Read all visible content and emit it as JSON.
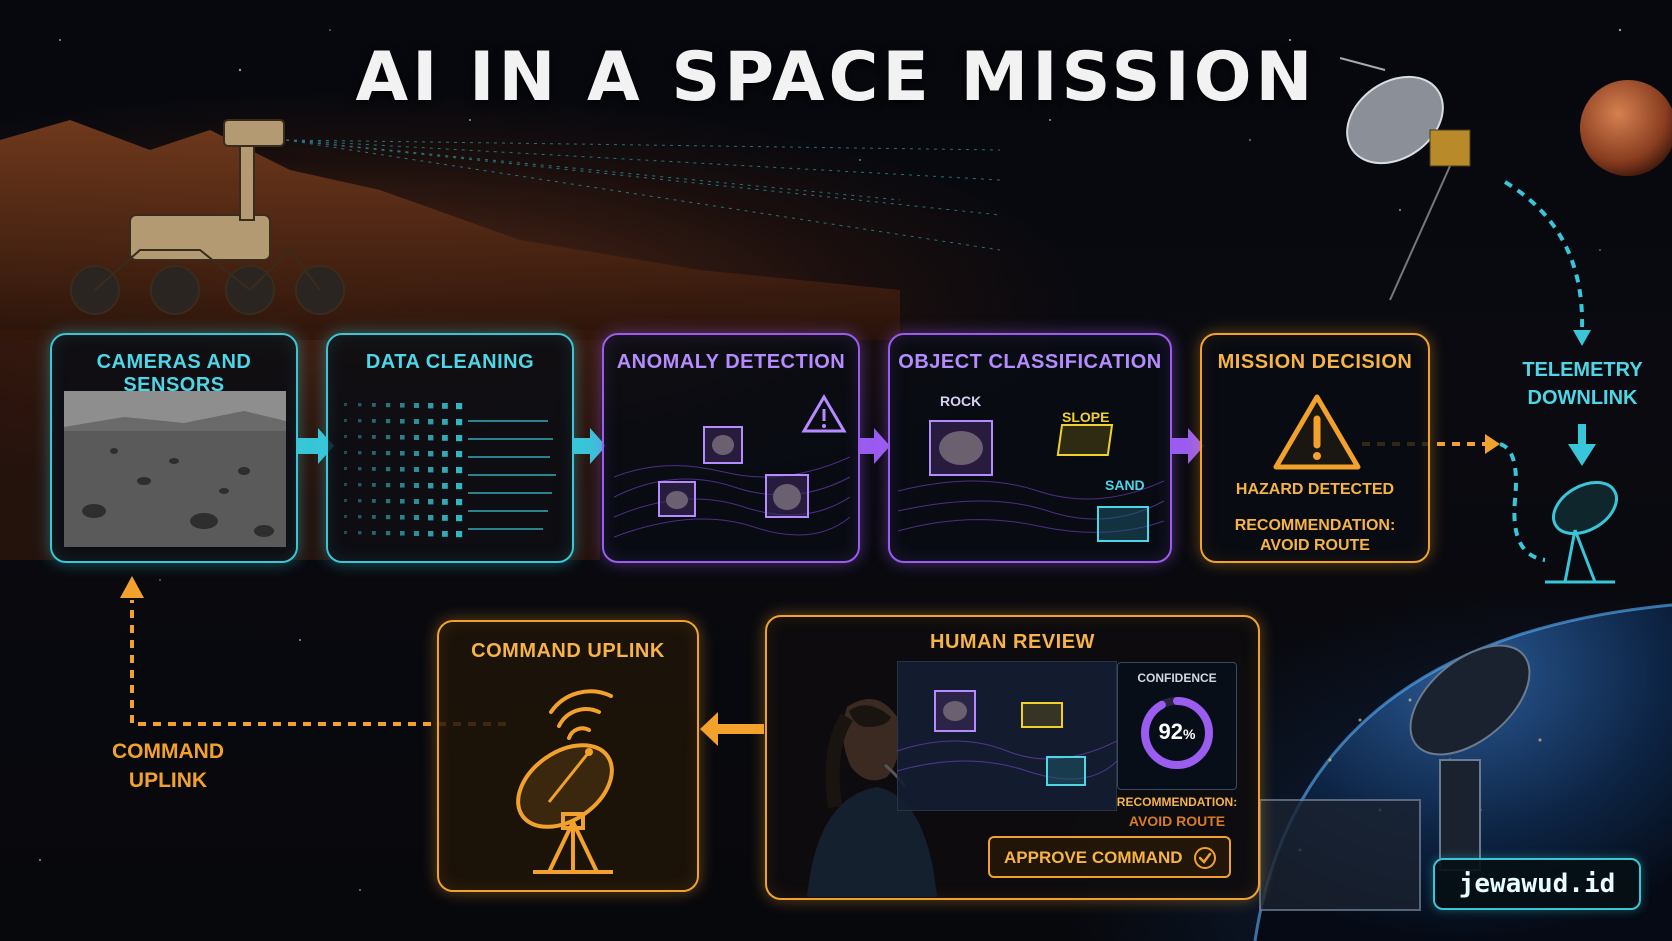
{
  "title": "AI IN A SPACE MISSION",
  "pipeline": [
    {
      "title": "CAMERAS AND SENSORS"
    },
    {
      "title": "DATA CLEANING"
    },
    {
      "title": "ANOMALY DETECTION"
    },
    {
      "title": "OBJECT CLASSIFICATION",
      "labels": [
        "ROCK",
        "SLOPE",
        "SAND"
      ]
    },
    {
      "title": "MISSION DECISION",
      "status": "HAZARD DETECTED",
      "recommendation_line1": "RECOMMENDATION:",
      "recommendation_line2": "AVOID ROUTE"
    }
  ],
  "telemetry": {
    "line1": "TELEMETRY",
    "line2": "DOWNLINK"
  },
  "command_uplink_panel": {
    "title": "COMMAND UPLINK"
  },
  "command_uplink_label": {
    "line1": "COMMAND",
    "line2": "UPLINK"
  },
  "human_review": {
    "title": "HUMAN REVIEW",
    "confidence_label": "CONFIDENCE",
    "confidence_value": "92",
    "confidence_unit": "%",
    "confidence_fraction": 0.92,
    "recommendation_line1": "RECOMMENDATION:",
    "recommendation_line2": "AVOID ROUTE",
    "approve_button": "APPROVE COMMAND"
  },
  "brand": "jewawud.id",
  "colors": {
    "cyan": "#38c6d8",
    "purple": "#9b5cf0",
    "orange": "#f2a22c"
  }
}
